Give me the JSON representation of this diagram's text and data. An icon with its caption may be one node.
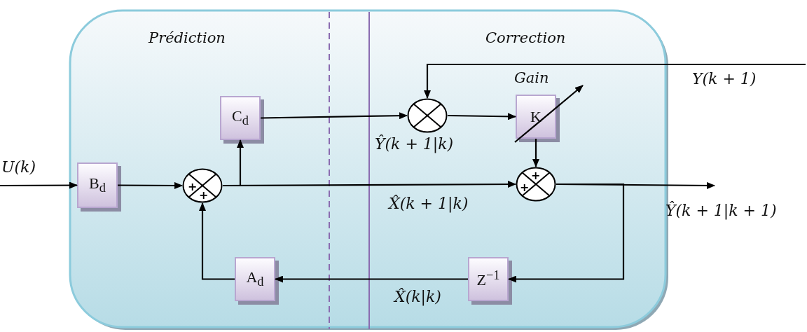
{
  "diagram": {
    "nodes": [
      {
        "text": [
          "B$_{d}$"
        ]
      },
      {
        "text": [
          "+",
          "+"
        ]
      },
      {
        "text": [
          "C$_{d}$"
        ]
      },
      {
        "text": [],
        "shape": "circle"
      },
      {
        "text": [
          "K"
        ],
        "beside": [
          "Gain"
        ]
      },
      {
        "text": [
          "+",
          "+"
        ]
      },
      {
        "text": [
          "Z$^{−1}$"
        ]
      },
      {
        "text": [
          "A$_{d}$"
        ]
      }
    ],
    "edges": [
      {
        "from": null,
        "to": 0,
        "arrow": "to",
        "label": "U(k)"
      },
      {
        "from": 0,
        "to": 1,
        "arrow": "to"
      },
      {
        "from": 1,
        "to": 5,
        "arrow": "to",
        "label": "X̂(k + 1|k)"
      },
      {
        "from": 1,
        "to": 2,
        "arrow": "to"
      },
      {
        "from": 2,
        "to": 3,
        "arrow": "to",
        "label": "Ŷ(k + 1|k)"
      },
      {
        "from": null,
        "to": 3,
        "arrow": "to",
        "label": "Y(k + 1)"
      },
      {
        "from": 3,
        "to": 4,
        "arrow": "to"
      },
      {
        "from": 4,
        "to": 5,
        "arrow": "to"
      },
      {
        "from": 5,
        "to": null,
        "arrow": "to",
        "label": "Ŷ(k + 1|k + 1)"
      },
      {
        "from": 5,
        "to": 6,
        "arrow": "to"
      },
      {
        "from": 6,
        "to": 7,
        "arrow": "to",
        "label": "X̂(k|k)"
      },
      {
        "from": 7,
        "to": 1,
        "arrow": "to"
      }
    ],
    "labels": [
      "Prédiction",
      "Correction"
    ]
  }
}
